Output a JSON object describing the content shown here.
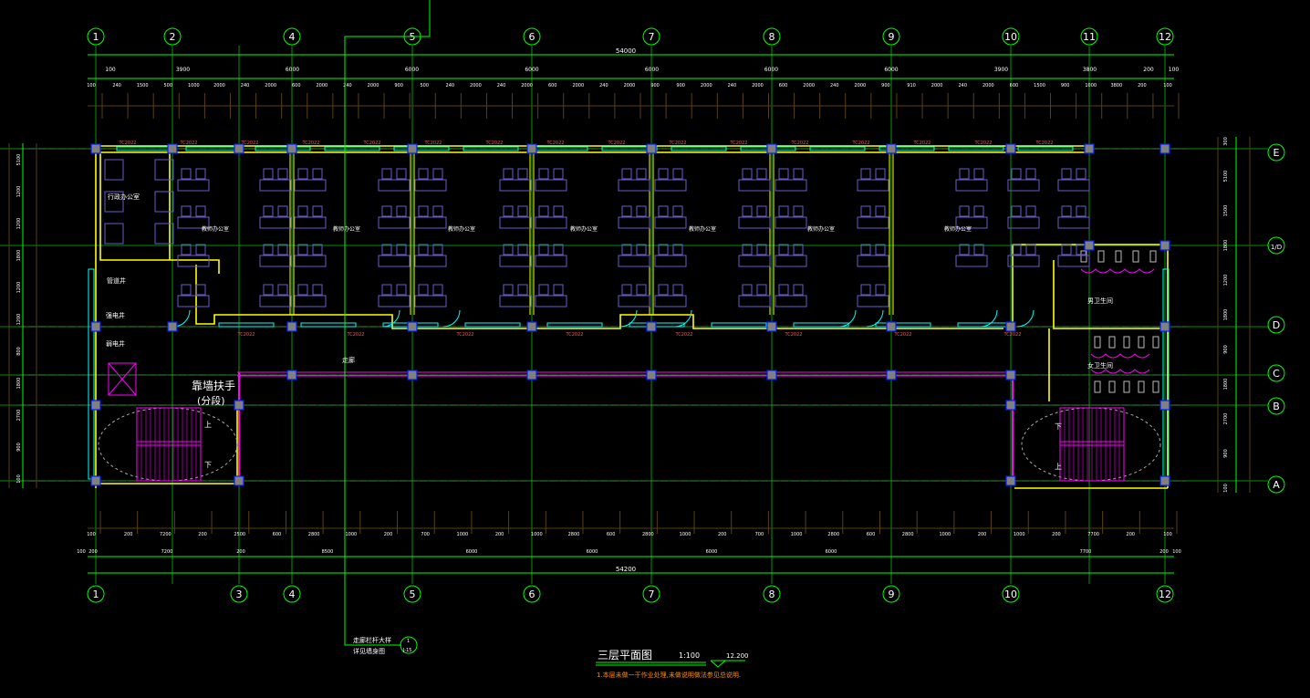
{
  "drawing": {
    "title": "三层平面图",
    "scale": "1:100",
    "level": "12.200",
    "note": "1.本层未做一干作业处理,未做说明做法参见总说明.",
    "callout_text": [
      "走廊栏杆大样",
      "详见墙身图"
    ],
    "callout_ref": [
      "1",
      "J-15"
    ]
  },
  "axes": {
    "top": [
      "1",
      "2",
      "4",
      "5",
      "6",
      "7",
      "8",
      "9",
      "10",
      "11",
      "12"
    ],
    "bottom": [
      "1",
      "3",
      "4",
      "5",
      "6",
      "7",
      "8",
      "9",
      "10",
      "12"
    ],
    "right": [
      "E",
      "1/D",
      "D",
      "C",
      "B",
      "A"
    ]
  },
  "dimensions": {
    "top_total": "54000",
    "top_segments": [
      "100",
      "3900",
      "6000",
      "6000",
      "6000",
      "6000",
      "6000",
      "6000",
      "3900",
      "3800",
      "200",
      "100"
    ],
    "top_detail": [
      "100",
      "240",
      "1500",
      "500",
      "1000",
      "2000",
      "240",
      "2000",
      "600",
      "2000",
      "240",
      "2000",
      "900",
      "500",
      "240",
      "2000",
      "240",
      "2000",
      "600",
      "2000",
      "240",
      "2000",
      "900",
      "900",
      "2000",
      "240",
      "2000",
      "600",
      "2000",
      "240",
      "2000",
      "900",
      "910",
      "2000",
      "240",
      "2000",
      "600",
      "1500",
      "900",
      "1000",
      "3800",
      "200",
      "100"
    ],
    "bottom_detail": [
      "100",
      "200",
      "7200",
      "200",
      "2500",
      "600",
      "2800",
      "1000",
      "200",
      "700",
      "1000",
      "200",
      "1000",
      "2800",
      "600",
      "2800",
      "1000",
      "200",
      "700",
      "1000",
      "2800",
      "600",
      "2800",
      "1000",
      "200",
      "1000",
      "200",
      "7700",
      "200",
      "100"
    ],
    "bottom_segments": [
      "100",
      "200",
      "7200",
      "200",
      "8500",
      "6000",
      "6000",
      "6000",
      "6000",
      "7700",
      "200",
      "100"
    ],
    "bottom_total": "54200",
    "left": [
      "5100",
      "1200",
      "1200",
      "1800",
      "1200",
      "1200",
      "800",
      "1800",
      "2700",
      "900",
      "100"
    ],
    "right": [
      "300",
      "5100",
      "1500",
      "1800",
      "1200",
      "1800",
      "900",
      "1800",
      "2700",
      "900",
      "100"
    ]
  },
  "rooms": {
    "office_left": "行政办公室",
    "offices": [
      "教师办公室",
      "教师办公室",
      "教师办公室",
      "教师办公室",
      "教师办公室",
      "教师办公室",
      "教师办公室"
    ],
    "shaft_1": "管道井",
    "shaft_2": "强电井",
    "shaft_3": "弱电井",
    "corridor": "走廊",
    "handrail": "靠墙扶手",
    "handrail_sub": "(分段)",
    "toilet_m": "男卫生间",
    "toilet_f": "女卫生间",
    "stair_up": "上",
    "stair_down": "下"
  },
  "colors": {
    "axis": "#00ff00",
    "wall": "#ffff00",
    "window": "#00ffff",
    "furniture": "#6a5acd",
    "stair": "#ff00ff",
    "dim": "#5a4010",
    "column": "#808080",
    "label_red": "#e06060"
  }
}
